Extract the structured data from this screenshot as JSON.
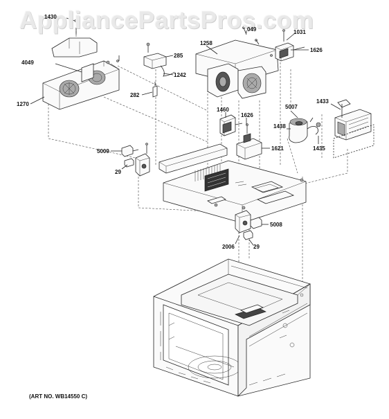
{
  "watermark": "AppliancePartsPros.com",
  "art_number": "(ART NO. WB14550 C)",
  "callouts": [
    {
      "id": "1430",
      "text": "1430"
    },
    {
      "id": "4049",
      "text": "4049"
    },
    {
      "id": "1270",
      "text": "1270"
    },
    {
      "id": "285",
      "text": "285"
    },
    {
      "id": "1242",
      "text": "1242"
    },
    {
      "id": "282",
      "text": "282"
    },
    {
      "id": "1258",
      "text": "1258"
    },
    {
      "id": "049",
      "text": "049"
    },
    {
      "id": "1031",
      "text": "1031"
    },
    {
      "id": "1626a",
      "text": "1626"
    },
    {
      "id": "1460",
      "text": "1460"
    },
    {
      "id": "1626b",
      "text": "1626"
    },
    {
      "id": "5007",
      "text": "5007"
    },
    {
      "id": "1433",
      "text": "1433"
    },
    {
      "id": "1438",
      "text": "1438"
    },
    {
      "id": "1621",
      "text": "1621"
    },
    {
      "id": "1435",
      "text": "1435"
    },
    {
      "id": "5009",
      "text": "5009"
    },
    {
      "id": "29a",
      "text": "29"
    },
    {
      "id": "5008",
      "text": "5008"
    },
    {
      "id": "2006",
      "text": "2006"
    },
    {
      "id": "29b",
      "text": "29"
    }
  ]
}
